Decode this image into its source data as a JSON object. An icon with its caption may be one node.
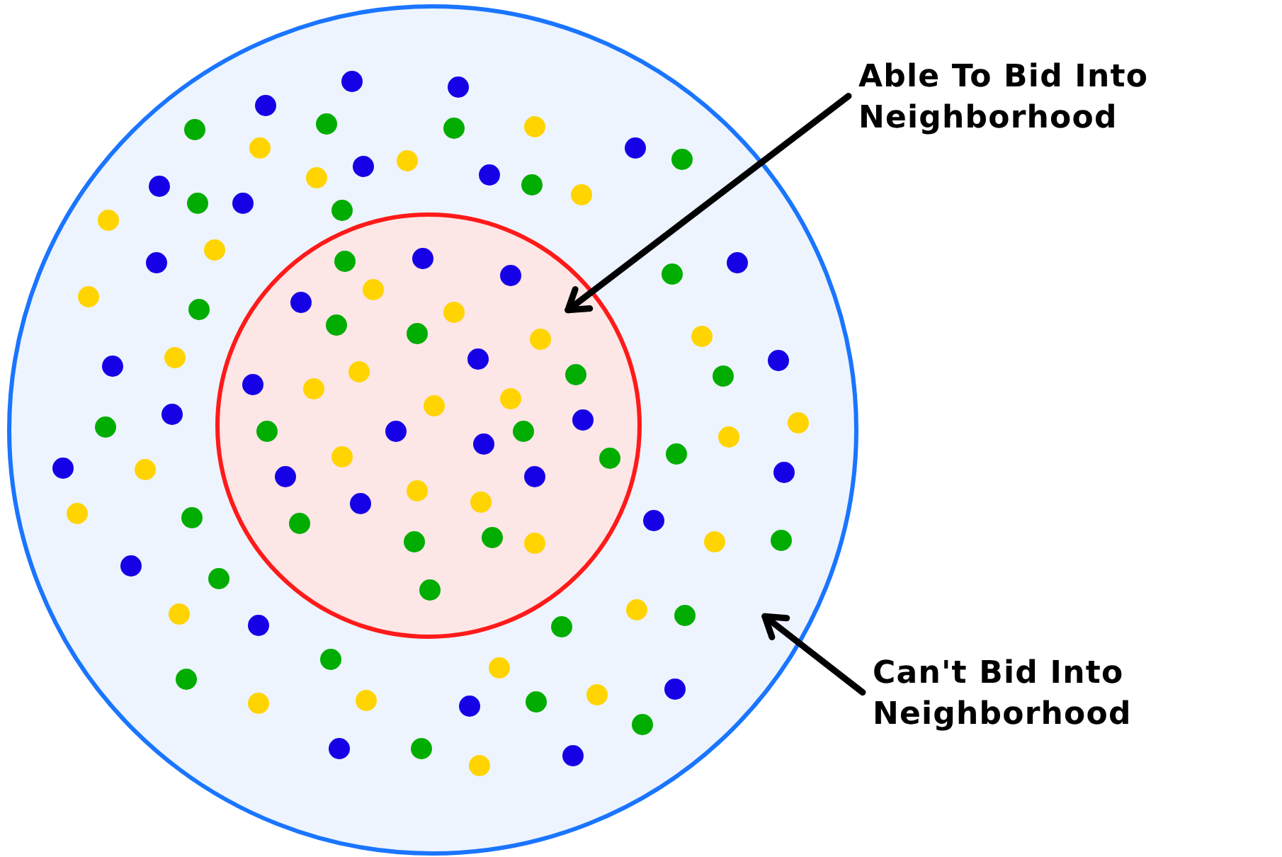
{
  "diagram": {
    "nodes": [
      {
        "text": [],
        "shape": "circle"
      },
      {
        "text": [],
        "shape": "circle",
        "in": 0
      },
      {
        "text": [
          "Able To Bid Into Neighborhood"
        ]
      },
      {
        "text": [
          "Can't Bid Into Neighborhood"
        ]
      }
    ],
    "edges": [
      {
        "from": 2,
        "to": 1,
        "arrow": "to"
      },
      {
        "from": 3,
        "to": 0,
        "arrow": "to"
      }
    ]
  }
}
